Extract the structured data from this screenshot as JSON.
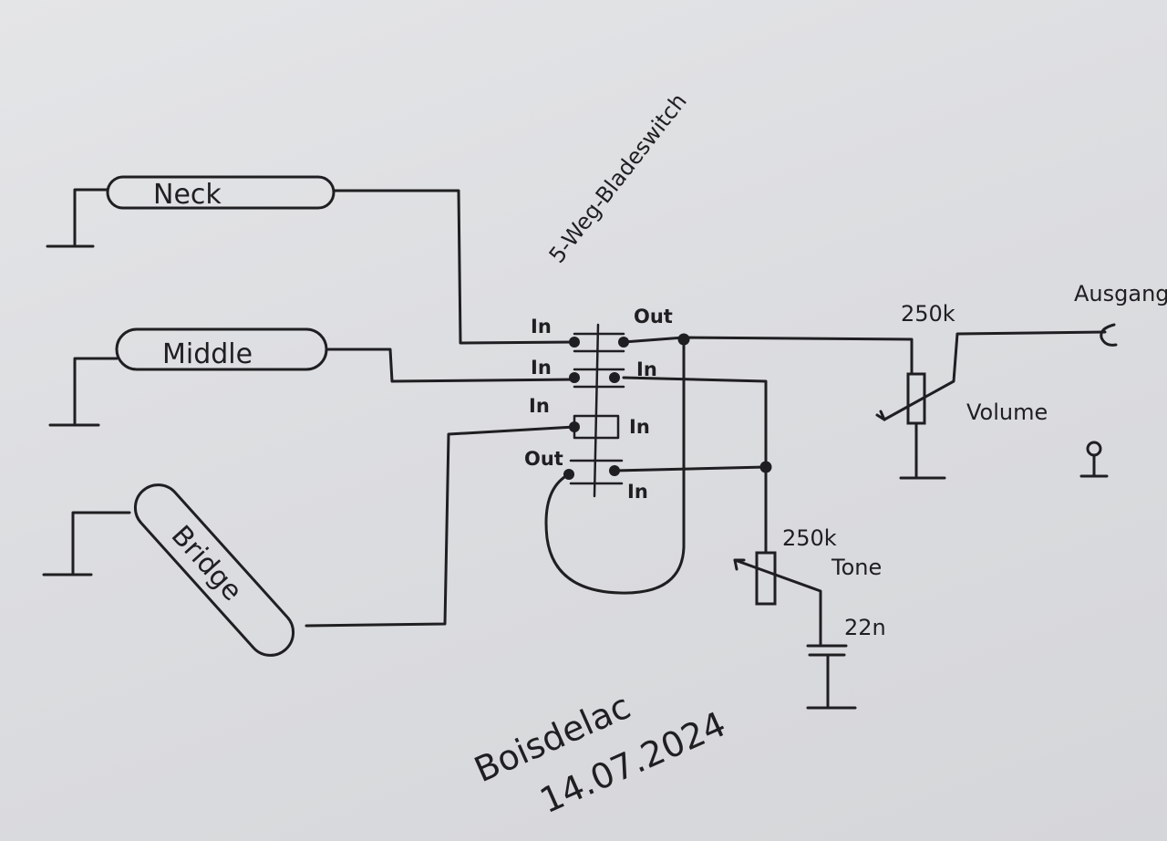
{
  "labels": {
    "switch_title": "5-Weg-Bladeswitch",
    "output_label": "Ausgang",
    "volume_value": "250k",
    "volume_label": "Volume",
    "tone_value": "250k",
    "tone_label": "Tone",
    "cap_value": "22n"
  },
  "pickups": {
    "neck": "Neck",
    "middle": "Middle",
    "bridge": "Bridge"
  },
  "switch_pins": {
    "in1": "In",
    "out1": "Out",
    "in2": "In",
    "in2r": "In",
    "in3": "In",
    "in3r": "In",
    "out2": "Out",
    "in4r": "In"
  },
  "signature": {
    "name": "Boisdelac",
    "date": "14.07.2024"
  }
}
